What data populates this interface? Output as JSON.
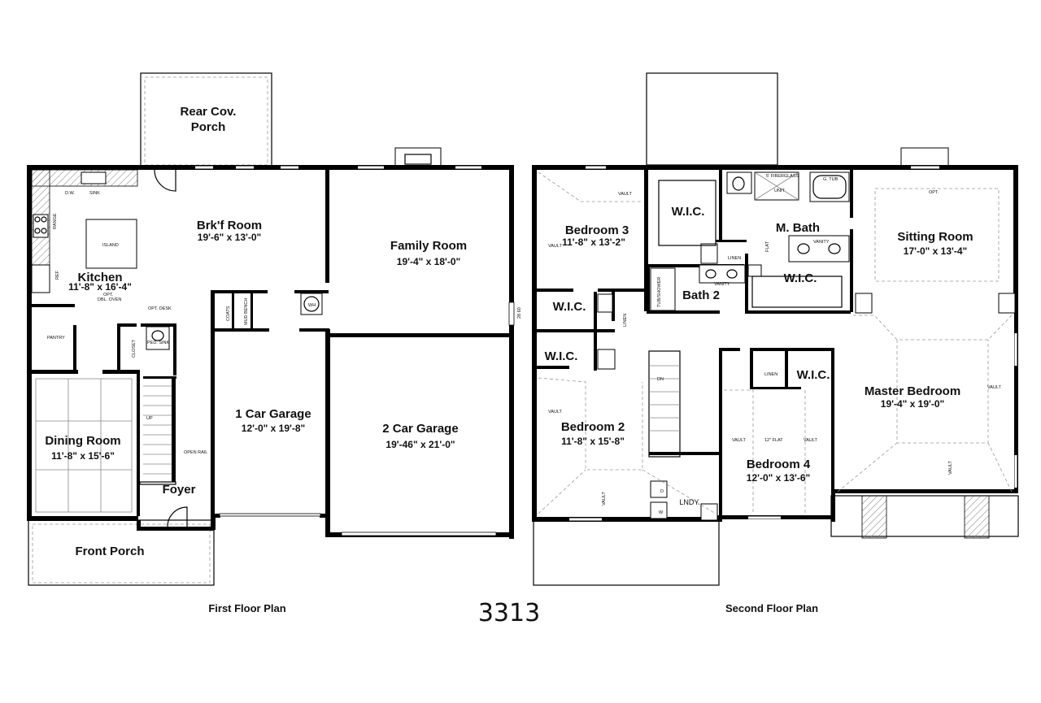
{
  "first_floor": {
    "caption": "First Floor Plan",
    "rooms": [
      {
        "name": "Rear Cov.",
        "name2": "Porch",
        "dims": ""
      },
      {
        "name": "Brk'f Room",
        "dims": "19'-6\" x 13'-0\""
      },
      {
        "name": "Kitchen",
        "dims": "11'-8\" x 16'-4\""
      },
      {
        "name": "Family Room",
        "dims": "19'-4\" x 18'-0\""
      },
      {
        "name": "Dining Room",
        "dims": "11'-8\" x 15'-6\""
      },
      {
        "name": "Foyer",
        "dims": ""
      },
      {
        "name": "1 Car Garage",
        "dims": "12'-0\" x 19'-8\""
      },
      {
        "name": "2 Car Garage",
        "dims": "19'-46\" x 21'-0\""
      },
      {
        "name": "Front Porch",
        "dims": ""
      }
    ],
    "notes": {
      "dw": "D.W.",
      "sink": "SINK",
      "range": "RANGE",
      "island": "ISLAND",
      "ref": "REF",
      "opt_dbl_oven": "OPT.",
      "opt_dbl_oven2": "DBL. OVEN",
      "opt_desk": "OPT. DESK",
      "pantry": "PANTRY",
      "closet": "CLOSET",
      "ped_sink": "PED. SINK",
      "coats": "COATS",
      "mud_bench": "MUD BENCH",
      "wh": "WH",
      "up": "UP",
      "open_rail": "OPEN RAIL",
      "window": "28 60"
    }
  },
  "second_floor": {
    "caption": "Second Floor Plan",
    "rooms": [
      {
        "name": "Bedroom 3",
        "dims": "11'-8\" x 13'-2\""
      },
      {
        "name": "W.I.C.",
        "dims": ""
      },
      {
        "name": "M. Bath",
        "dims": ""
      },
      {
        "name": "Sitting Room",
        "dims": "17'-0\" x 13'-4\""
      },
      {
        "name": "W.I.C.",
        "dims": ""
      },
      {
        "name": "Bath 2",
        "dims": ""
      },
      {
        "name": "W.I.C.",
        "dims": ""
      },
      {
        "name": "W.I.C.",
        "dims": ""
      },
      {
        "name": "W.I.C.",
        "dims": ""
      },
      {
        "name": "Master Bedroom",
        "dims": "19'-4\" x 19'-0\""
      },
      {
        "name": "Bedroom 2",
        "dims": "11'-8\" x 15'-8\""
      },
      {
        "name": "Bedroom 4",
        "dims": "12'-0\" x 13'-6\""
      },
      {
        "name": "LNDY.",
        "dims": ""
      }
    ],
    "notes": {
      "vault": "VAULT",
      "fiberglass": "5' FIBERGLASS",
      "unit": "UNIT",
      "g_tub": "G. TUB",
      "flat": "FLAT",
      "vanity": "VANITY",
      "linen": "LINEN",
      "tub_shower": "TUB/SHOWER",
      "dn": "DN",
      "flat12": "12\" FLAT",
      "opt": "OPT.",
      "d": "D",
      "w": "W"
    }
  },
  "plan_number": "3313"
}
